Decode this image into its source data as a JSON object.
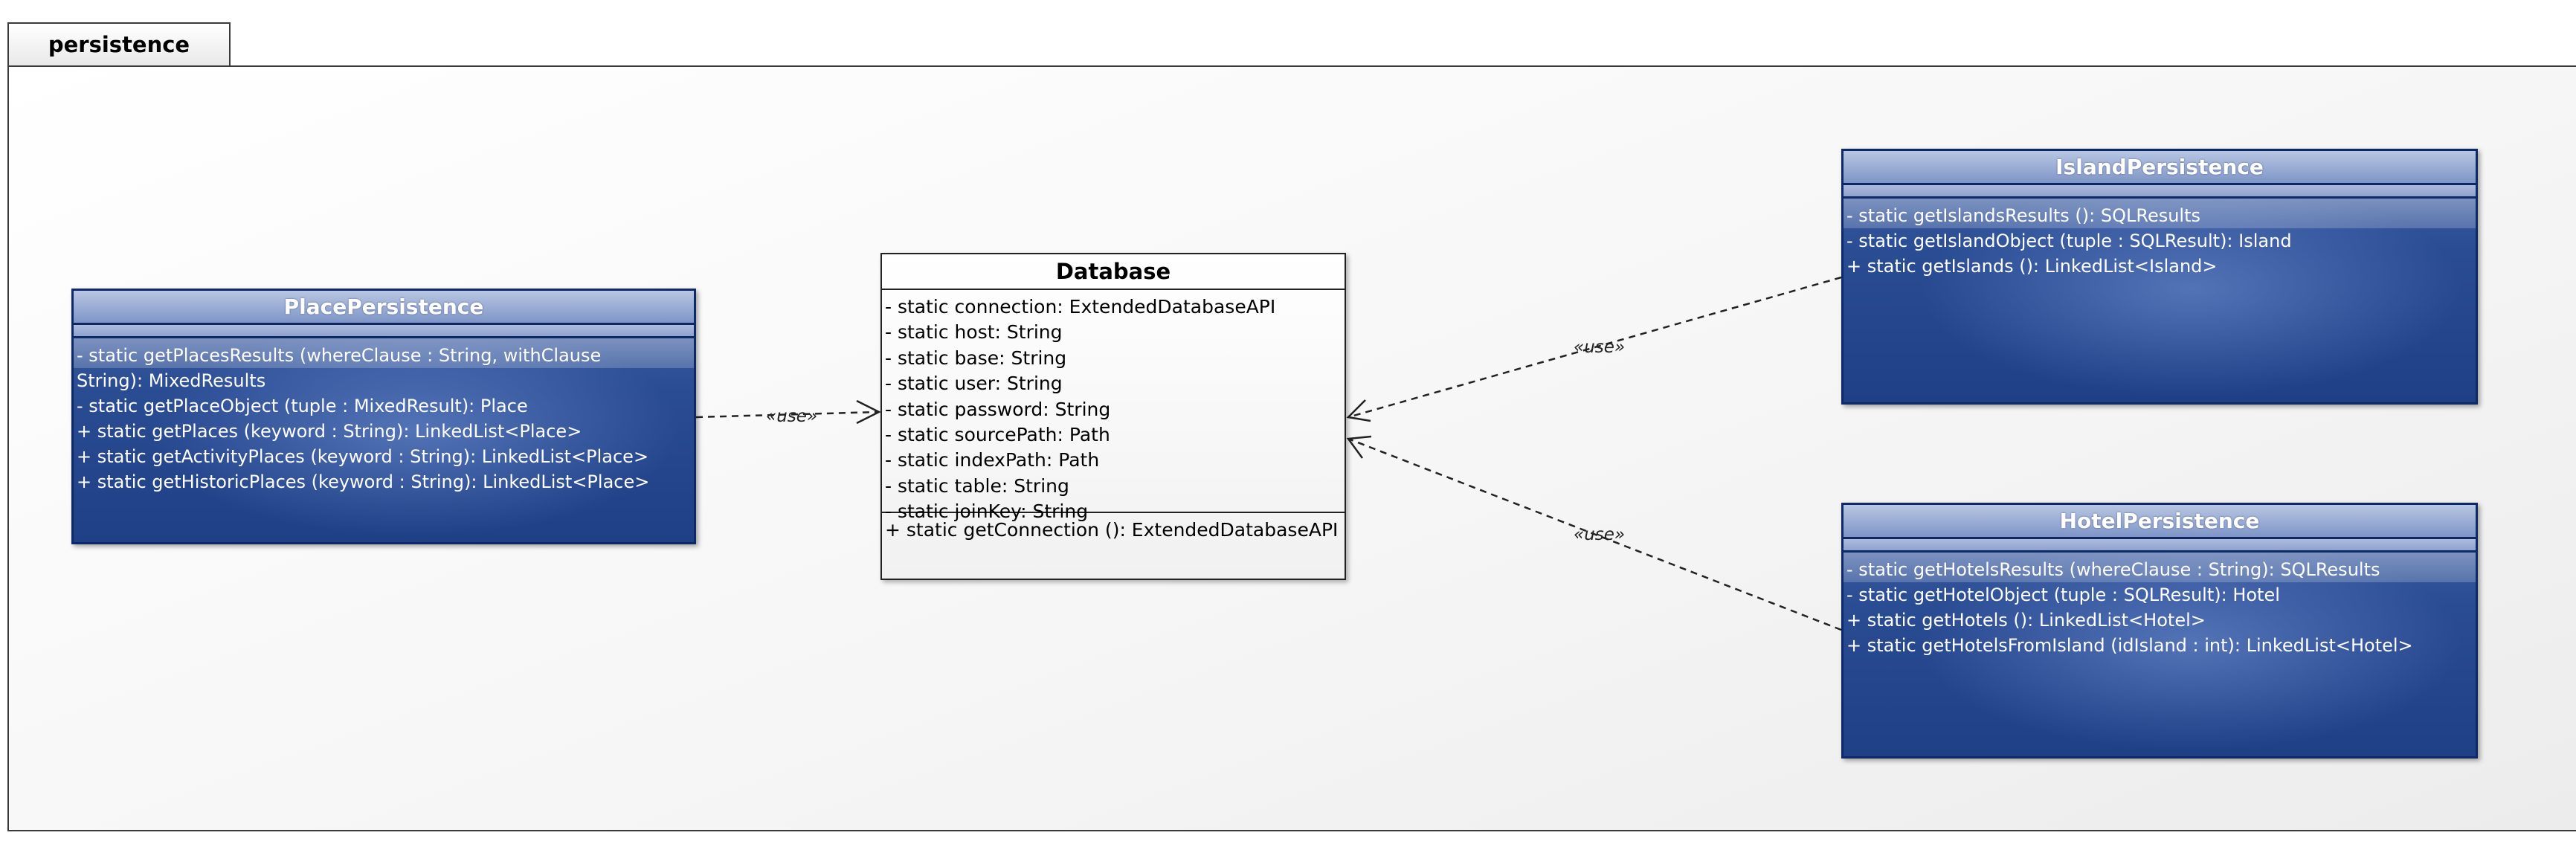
{
  "package": {
    "name": "persistence"
  },
  "classes": {
    "place": {
      "name": "PlacePersistence",
      "operations": [
        "- static getPlacesResults (whereClause : String, withClause\nString): MixedResults",
        "- static getPlaceObject (tuple : MixedResult): Place",
        "+ static getPlaces (keyword : String): LinkedList<Place>",
        "+ static getActivityPlaces (keyword : String): LinkedList<Place>",
        "+ static getHistoricPlaces (keyword : String): LinkedList<Place>"
      ]
    },
    "database": {
      "name": "Database",
      "attributes": [
        "- static connection: ExtendedDatabaseAPI",
        "- static host: String",
        "- static base: String",
        "- static user: String",
        "- static password: String",
        "- static sourcePath: Path",
        "- static indexPath: Path",
        "- static table: String",
        "- static joinKey: String"
      ],
      "operations": [
        "+ static getConnection (): ExtendedDatabaseAPI"
      ]
    },
    "island": {
      "name": "IslandPersistence",
      "operations": [
        "- static getIslandsResults (): SQLResults",
        "- static getIslandObject (tuple : SQLResult): Island",
        "+ static getIslands (): LinkedList<Island>"
      ]
    },
    "hotel": {
      "name": "HotelPersistence",
      "operations": [
        "- static getHotelsResults (whereClause : String): SQLResults",
        "- static getHotelObject (tuple : SQLResult): Hotel",
        "+ static getHotels (): LinkedList<Hotel>",
        "+ static getHotelsFromIsland (idIsland : int): LinkedList<Hotel>"
      ]
    }
  },
  "relations": {
    "place_db": "«use»",
    "island_db": "«use»",
    "hotel_db": "«use»"
  },
  "colors": {
    "class_fill": "#2a4c93",
    "class_border": "#0e2a66",
    "link_stroke": "#222222"
  }
}
